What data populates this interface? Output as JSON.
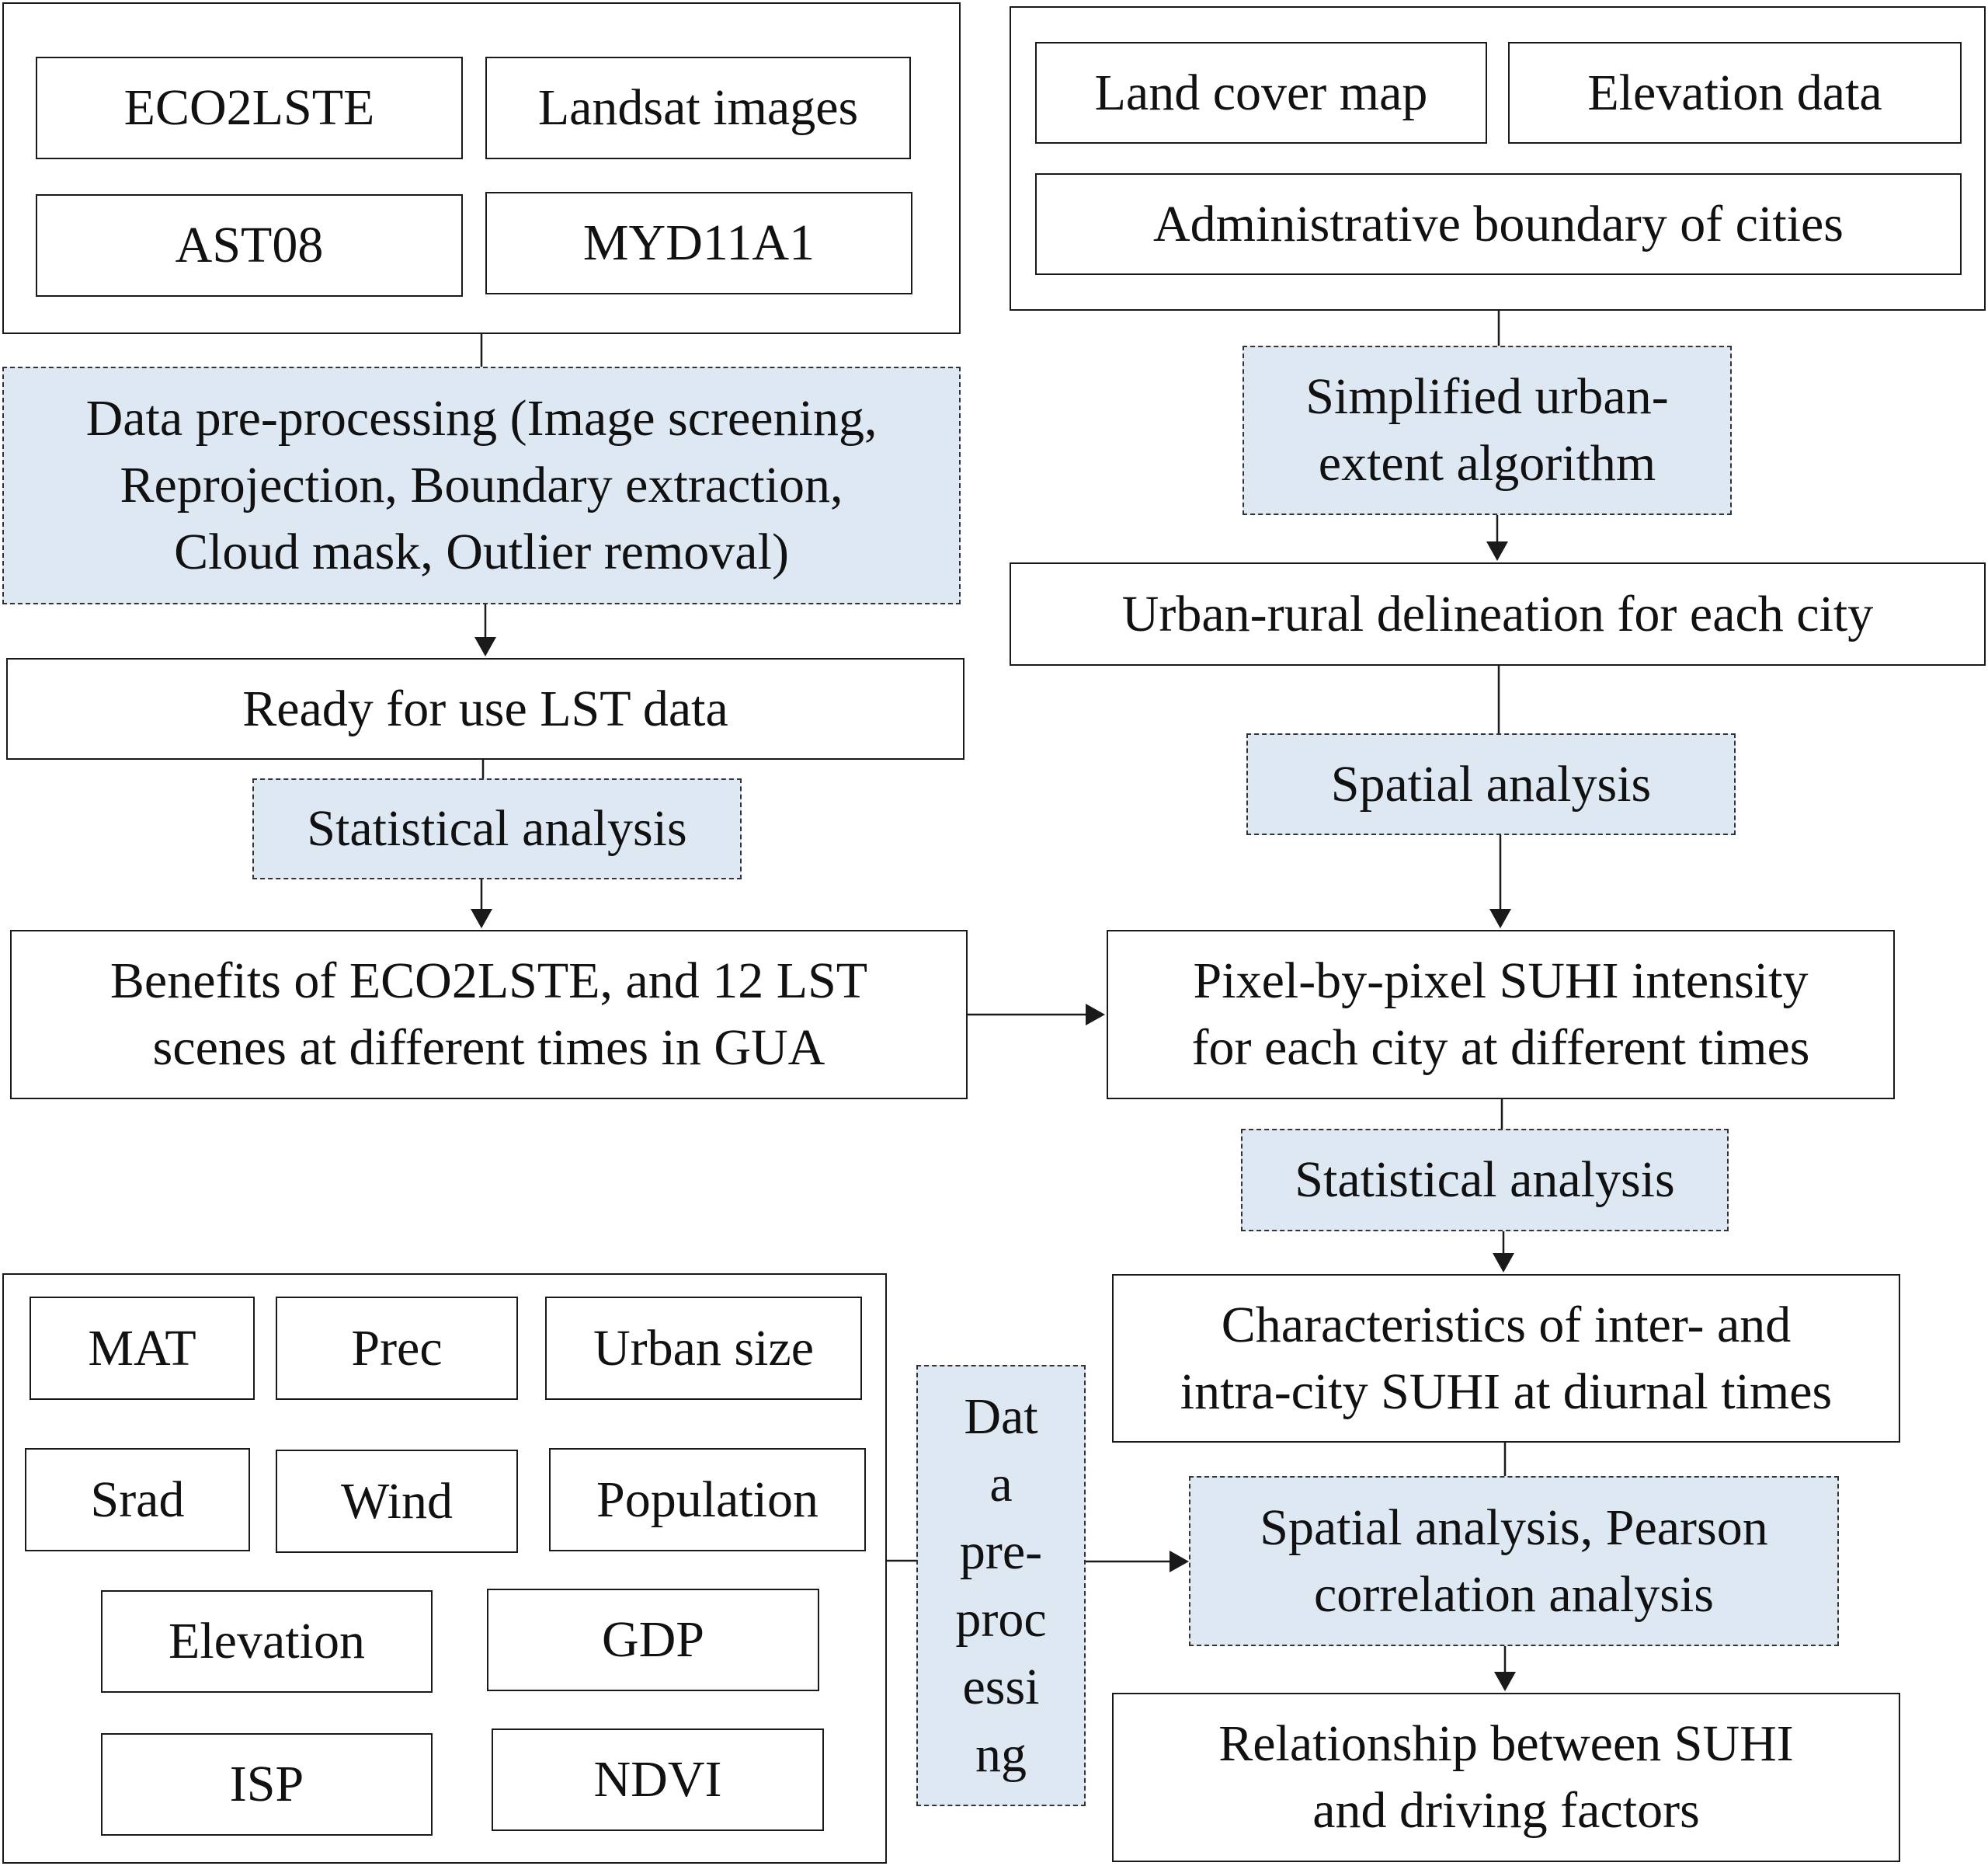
{
  "colors": {
    "process_fill": "#dde8f3",
    "stroke": "#1a1a1a"
  },
  "data_sources": {
    "lst_products": [
      "ECO2LSTE",
      "Landsat images",
      "AST08",
      "MYD11A1"
    ],
    "ancillary": [
      "Land cover map",
      "Elevation data",
      "Administrative boundary of cities"
    ],
    "driving_factors": [
      "MAT",
      "Prec",
      "Urban size",
      "Srad",
      "Wind",
      "Population",
      "Elevation",
      "GDP",
      "ISP",
      "NDVI"
    ]
  },
  "steps": {
    "preprocessing": "Data pre-processing (Image screening,\nReprojection, Boundary extraction,\nCloud mask, Outlier removal)",
    "ready_lst": "Ready for use LST data",
    "stat_analysis_1": "Statistical analysis",
    "benefits": "Benefits of ECO2LSTE, and 12 LST\nscenes at different times in GUA",
    "urban_extent": "Simplified urban-\nextent algorithm",
    "delineation": "Urban-rural delineation for each city",
    "spatial_analysis": "Spatial analysis",
    "pixel_suhi": "Pixel-by-pixel SUHI intensity\nfor each city at different times",
    "stat_analysis_2": "Statistical analysis",
    "characteristics": "Characteristics of inter- and\nintra-city SUHI at diurnal times",
    "factor_preprocessing": "Dat\na\npre-\nproc\nessi\nng",
    "correlation": "Spatial analysis, Pearson\ncorrelation analysis",
    "relationship": "Relationship between SUHI\nand driving factors"
  }
}
